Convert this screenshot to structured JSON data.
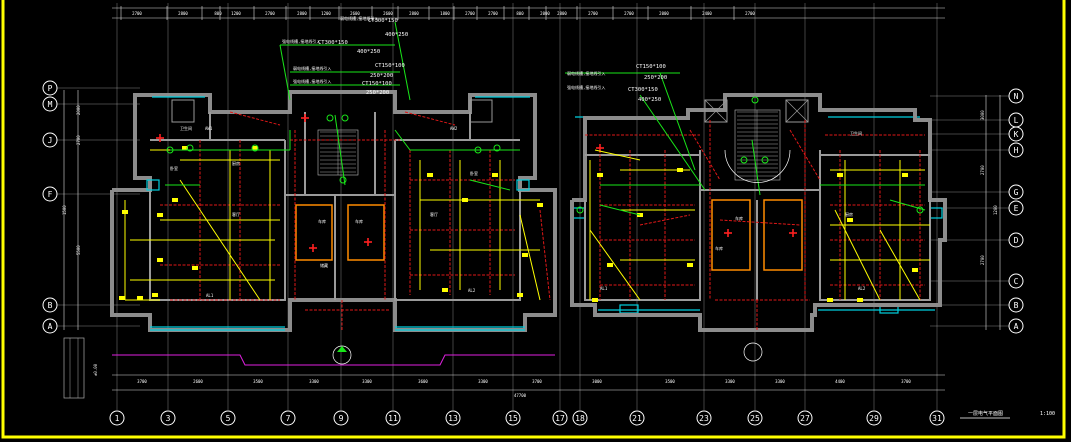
{
  "drawing": {
    "title": "一层电气平面图",
    "scale": "1:100",
    "side_label": "±0.00"
  },
  "axes": {
    "bottom": [
      "1",
      "3",
      "5",
      "7",
      "9",
      "11",
      "13",
      "15",
      "17",
      "18",
      "21",
      "23",
      "25",
      "27",
      "29",
      "31"
    ],
    "left": [
      "P",
      "M",
      "J",
      "F",
      "B",
      "A"
    ],
    "right": [
      "N",
      "L",
      "K",
      "H",
      "G",
      "E",
      "D",
      "C",
      "B",
      "A"
    ]
  },
  "dimensions": {
    "top": [
      "2700",
      "2800",
      "800",
      "1200",
      "2700",
      "2800",
      "1200",
      "2600",
      "2600",
      "2800",
      "1800",
      "2700",
      "2700",
      "800",
      "2000",
      "2800",
      "2700",
      "2700",
      "2000",
      "2400",
      "2700"
    ],
    "bottom": [
      "3700",
      "2600",
      "3500",
      "3300",
      "3300",
      "3600",
      "3300",
      "3700",
      "3000",
      "3500",
      "3300",
      "3300",
      "4400",
      "3700"
    ],
    "bottom_total": "47700",
    "left": [
      "2000",
      "2700",
      "1500",
      "5500"
    ],
    "right": [
      "3000",
      "2700",
      "1200",
      "2700"
    ]
  },
  "callouts": {
    "left_tray": [
      "CT300*150",
      "400*250",
      "CT300*150",
      "400*250",
      "CT150*100",
      "250*200",
      "CT150*100",
      "250*200"
    ],
    "right_tray": [
      "CT150*100",
      "250*200",
      "CT300*150",
      "400*250"
    ],
    "left_notes": [
      "弱电线槽,接地线引入",
      "强电线槽,接地线引入",
      "弱电线槽,接地线引入",
      "强电线槽,接地线引入"
    ],
    "right_notes": [
      "弱电线槽,接地线引入",
      "强电线槽,接地线引入"
    ]
  },
  "rooms": {
    "labels": [
      "客厅",
      "卧室",
      "厨房",
      "卫生间",
      "车库",
      "车库",
      "储藏",
      "客厅",
      "卧室",
      "厨房",
      "卫生间",
      "车库",
      "车库"
    ],
    "panels": [
      "AL1",
      "AL2",
      "AL1",
      "AL2",
      "AW1",
      "AW2"
    ]
  },
  "colors": {
    "background": "#000000",
    "frame": "#ffff00",
    "wall": "#8c8c8c",
    "power": "#e01818",
    "lighting": "#ffff00",
    "weak": "#19e619",
    "window": "#00d0e0",
    "garage": "#ff8c00"
  }
}
